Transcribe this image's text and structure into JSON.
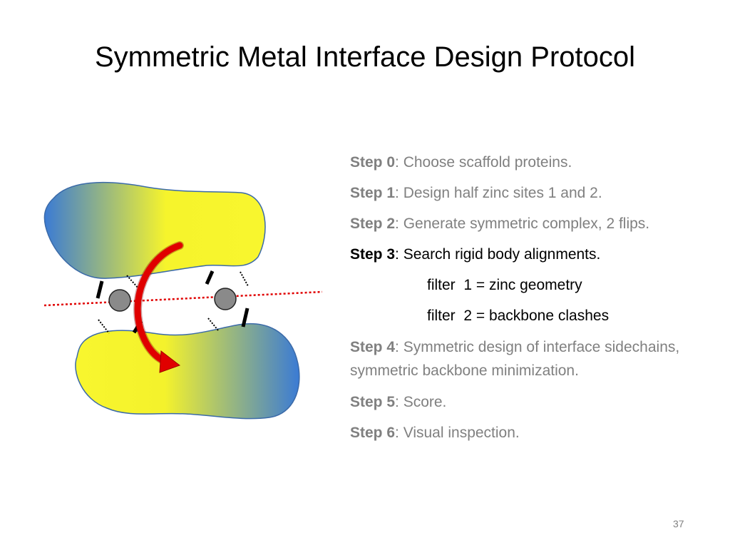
{
  "slide": {
    "title": "Symmetric Metal Interface Design Protocol",
    "page_number": "37"
  },
  "steps": [
    {
      "label": "Step 0",
      "text": ": Choose scaffold proteins."
    },
    {
      "label": "Step 1",
      "text": ": Design half zinc sites 1 and 2."
    },
    {
      "label": "Step 2",
      "text": ": Generate symmetric complex, 2 flips."
    },
    {
      "label": "Step 3",
      "text": ": Search rigid body alignments."
    },
    {
      "filter_1": "filter  1 = zinc geometry",
      "filter_2": "filter  2 = backbone clashes"
    },
    {
      "label": "Step 4",
      "text": ": Symmetric design of interface sidechains, symmetric backbone minimization."
    },
    {
      "label": "Step 5",
      "text": ": Score."
    },
    {
      "label": "Step 6",
      "text": ": Visual inspection."
    }
  ],
  "colors": {
    "protein_blue": "#3f7fd0",
    "protein_yellow": "#f8f62e",
    "arrow_red": "#e00000",
    "axis_red": "#e00000",
    "zinc_gray": "#8a8a8a",
    "muted_text": "#808080",
    "active_text": "#000000"
  }
}
